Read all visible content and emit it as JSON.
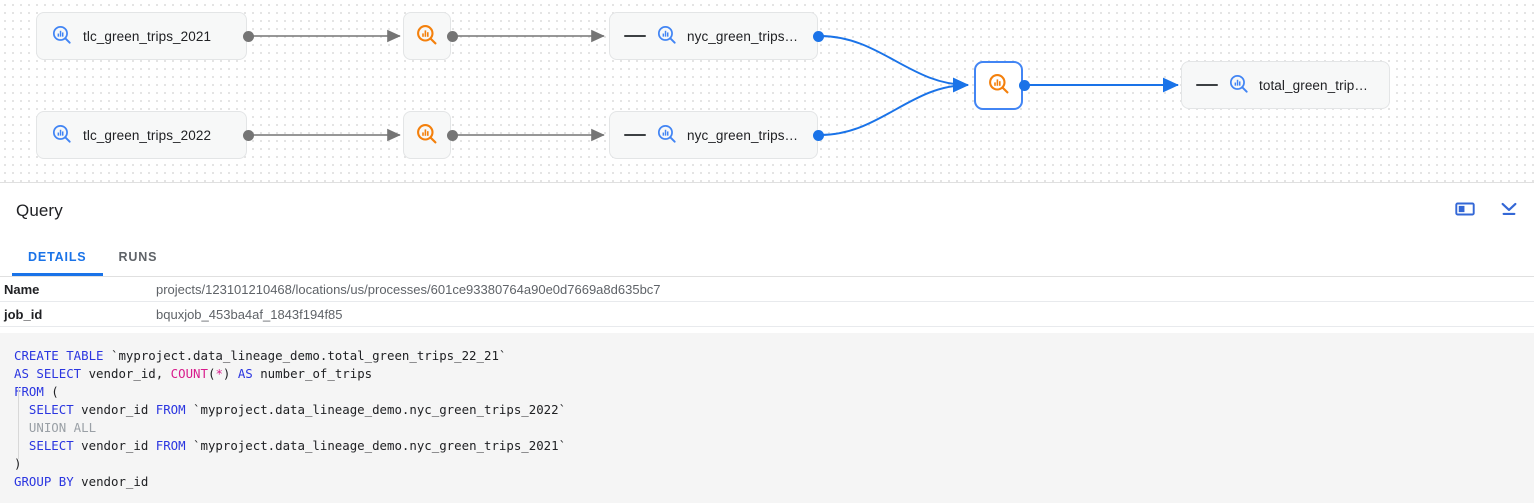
{
  "graph": {
    "nodes": [
      {
        "id": "tlc2021",
        "label": "tlc_green_trips_2021",
        "icon": "search-table-icon-blue",
        "kind": "table",
        "selected": false
      },
      {
        "id": "tlc2022",
        "label": "tlc_green_trips_2022",
        "icon": "search-table-icon-blue",
        "kind": "table",
        "selected": false
      },
      {
        "id": "proc-top",
        "label": "",
        "icon": "search-process-icon-orange",
        "kind": "process",
        "selected": false
      },
      {
        "id": "proc-bottom",
        "label": "",
        "icon": "search-process-icon-orange",
        "kind": "process",
        "selected": false
      },
      {
        "id": "nyc2021",
        "label": "nyc_green_trips…",
        "icon": "search-table-icon-blue",
        "kind": "table",
        "selected": false
      },
      {
        "id": "nyc2022",
        "label": "nyc_green_trips…",
        "icon": "search-table-icon-blue",
        "kind": "table",
        "selected": false
      },
      {
        "id": "proc-merge",
        "label": "",
        "icon": "search-process-icon-orange",
        "kind": "process",
        "selected": true
      },
      {
        "id": "total",
        "label": "total_green_trip…",
        "icon": "search-table-icon-blue",
        "kind": "table",
        "selected": false
      }
    ],
    "colors": {
      "edge_active": "#1a73e8",
      "edge_inactive": "#757575",
      "node_icon_blue": "#4285f4",
      "node_icon_orange": "#f4800c",
      "selected_border": "#4285f4"
    }
  },
  "panel": {
    "title": "Query",
    "actions": [
      {
        "name": "split-panel-icon",
        "tooltip": "Split panel"
      },
      {
        "name": "collapse-panel-icon",
        "tooltip": "Collapse"
      }
    ],
    "tabs": [
      {
        "id": "details",
        "label": "DETAILS",
        "active": true
      },
      {
        "id": "runs",
        "label": "RUNS",
        "active": false
      }
    ],
    "details": {
      "rows": [
        {
          "key": "Name",
          "value": "projects/123101210468/locations/us/processes/601ce93380764a90e0d7669a8d635bc7"
        },
        {
          "key": "job_id",
          "value": "bquxjob_453ba4af_1843f194f85"
        }
      ]
    },
    "sql": {
      "language": "sql",
      "lines": [
        "CREATE TABLE `myproject.data_lineage_demo.total_green_trips_22_21`",
        "AS SELECT vendor_id, COUNT(*) AS number_of_trips",
        "FROM (",
        "  SELECT vendor_id FROM `myproject.data_lineage_demo.nyc_green_trips_2022`",
        "  UNION ALL",
        "  SELECT vendor_id FROM `myproject.data_lineage_demo.nyc_green_trips_2021`",
        ")",
        "GROUP BY vendor_id"
      ],
      "colors": {
        "keyword": "#2a35e0",
        "function": "#d81b8c",
        "muted": "#9aa0a6",
        "text": "#202124",
        "background": "#f5f5f5"
      }
    }
  }
}
